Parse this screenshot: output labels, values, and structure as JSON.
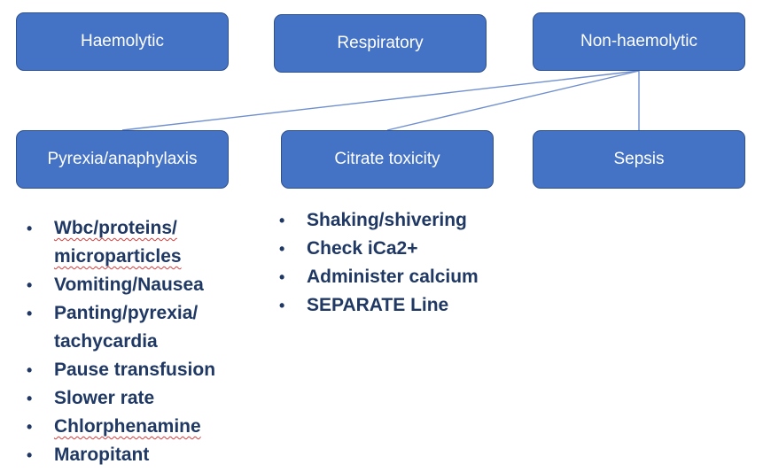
{
  "boxes": {
    "haemolytic": "Haemolytic",
    "respiratory": "Respiratory",
    "non_haemolytic": "Non-haemolytic",
    "pyrexia": "Pyrexia/anaphylaxis",
    "citrate": "Citrate toxicity",
    "sepsis": "Sepsis"
  },
  "pyrexia_list": {
    "item1_line1": "Wbc/proteins/",
    "item1_line2": "microparticles",
    "item2": "Vomiting/Nausea",
    "item3_line1": "Panting/pyrexia/",
    "item3_line2": "tachycardia",
    "item4": "Pause transfusion",
    "item5": "Slower rate",
    "item6": "Chlorphenamine",
    "item7": "Maropitant"
  },
  "citrate_list": [
    "Shaking/shivering",
    "Check iCa2+",
    "Administer calcium",
    "SEPARATE Line"
  ],
  "colors": {
    "box_fill": "#4472c4",
    "box_border": "#2f528f",
    "box_text": "#ffffff",
    "list_text": "#1f3864",
    "connector": "#6f8fcf",
    "spellcheck": "#d43c3c"
  }
}
